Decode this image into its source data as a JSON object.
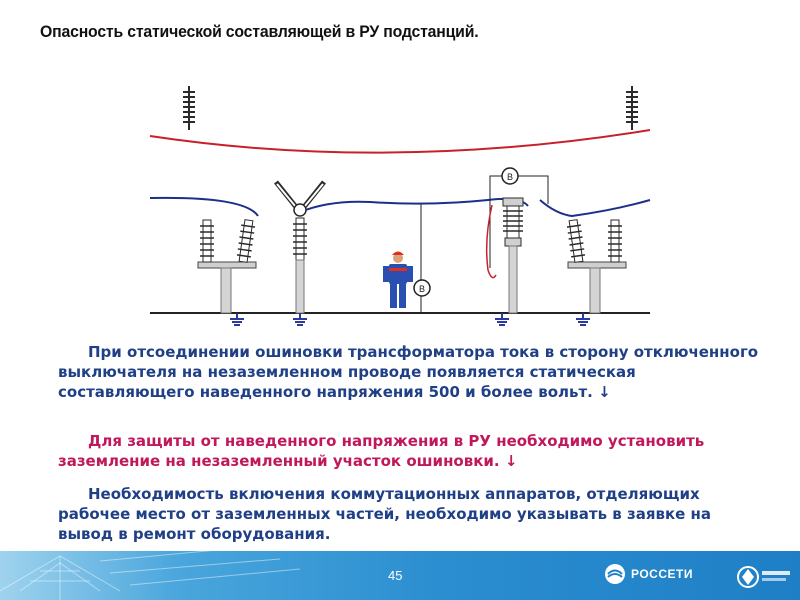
{
  "title": "Опасность статической составляющей в РУ подстанций.",
  "diagram": {
    "meter_label": "В",
    "colors": {
      "overhead_line": "#c8202a",
      "bus_wire": "#1c2f8c",
      "insulator": "#2b2b2b",
      "support": "#b8b8b8",
      "ground_symbol": "#2a3aa0"
    }
  },
  "paragraphs": {
    "p1": "При отсоединении ошиновки трансформатора тока в сторону отключенного выключателя на незаземленном проводе появляется статическая составляющего наведенного напряжения 500 и более вольт. ↓",
    "p2": "Для защиты от наведенного напряжения в РУ необходимо установить заземление на незаземленный участок ошиновки. ↓",
    "p3": "Необходимость включения коммутационных аппаратов, отделяющих рабочее место от заземленных частей, необходимо указывать в  заявке на вывод в ремонт оборудования."
  },
  "footer": {
    "page_number": "45",
    "logo_text": "РОССЕТИ",
    "brand_color": "#1f7fc6"
  }
}
